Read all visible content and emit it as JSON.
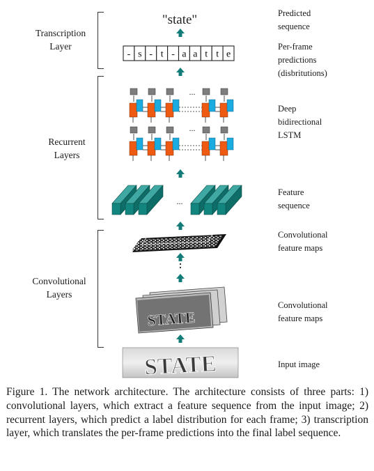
{
  "left_labels": {
    "transcription": [
      "Transcription",
      "Layer"
    ],
    "recurrent": [
      "Recurrent",
      "Layers"
    ],
    "convolutional": [
      "Convolutional",
      "Layers"
    ]
  },
  "right_labels": {
    "predicted": [
      "Predicted",
      "sequence"
    ],
    "per_frame": [
      "Per-frame",
      "predictions",
      "(disbritutions)"
    ],
    "deep_lstm": [
      "Deep",
      "bidirectional",
      "LSTM"
    ],
    "feature_sequence": [
      "Feature",
      "sequence"
    ],
    "conv_maps_top": [
      "Convolutional",
      "feature maps"
    ],
    "conv_maps_bottom": [
      "Convolutional",
      "feature maps"
    ],
    "input_image": [
      "Input image"
    ]
  },
  "predicted_text": "\"state\"",
  "per_frame_chars": [
    "-",
    "s",
    "-",
    "t",
    "-",
    "a",
    "a",
    "t",
    "t",
    "e"
  ],
  "ellipsis": "...",
  "image_word": "STATE",
  "caption": "Figure 1. The network architecture. The architecture consists of three parts: 1) convolutional layers, which extract a feature sequence from the input image; 2) recurrent layers, which predict a label distribution for each frame; 3) transcription layer, which translates the per-frame predictions into the final label sequence.",
  "colors": {
    "arrow": "#137b78",
    "lstm_orange": "#ee5a12",
    "lstm_blue": "#1aabe0",
    "output_gray": "#7d7d7d",
    "feature_teal": "#13857f"
  }
}
